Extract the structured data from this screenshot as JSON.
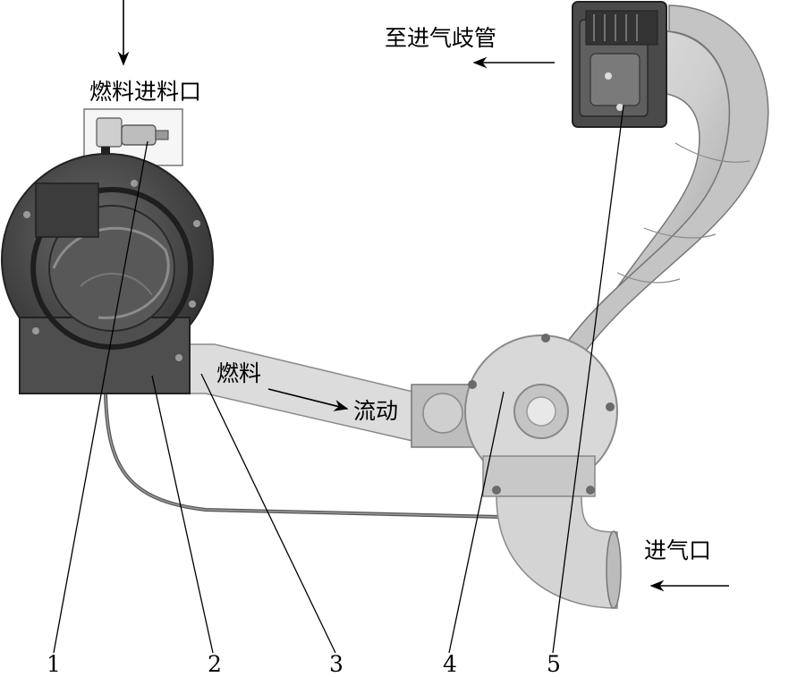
{
  "labels": {
    "fuel_inlet": "燃料进料口",
    "to_intake_manifold": "至进气歧管",
    "fuel": "燃料",
    "flow": "流动",
    "air_inlet": "进气口"
  },
  "part_numbers": [
    "1",
    "2",
    "3",
    "4",
    "5"
  ],
  "colors": {
    "line": "#000000",
    "housing_dark": "#3a3a3a",
    "housing_mid": "#5a5a5a",
    "pipe_light": "#d6d6d6",
    "pipe_shade": "#a9a9a9",
    "background": "#ffffff"
  }
}
